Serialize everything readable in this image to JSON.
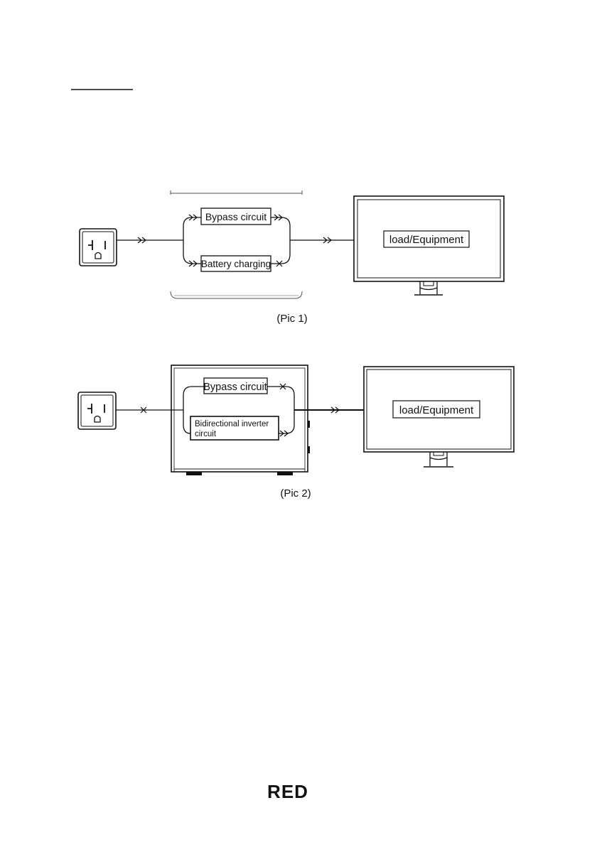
{
  "pic1": {
    "bypass_label": "Bypass circuit",
    "charging_label": "Battery charging",
    "load_label": "load/Equipment",
    "caption": "(Pic 1)"
  },
  "pic2": {
    "bypass_label": "Bypass circuit",
    "inverter_label_line1": "Bidirectional inverter",
    "inverter_label_line2": "circuit",
    "load_label": "load/Equipment",
    "caption": "(Pic 2)"
  },
  "footer": {
    "brand": "RED"
  },
  "icons": {
    "flow": "double-chevron-icon",
    "blocked": "x-mark-icon",
    "outlet": "wall-outlet-icon",
    "monitor": "monitor-icon"
  }
}
